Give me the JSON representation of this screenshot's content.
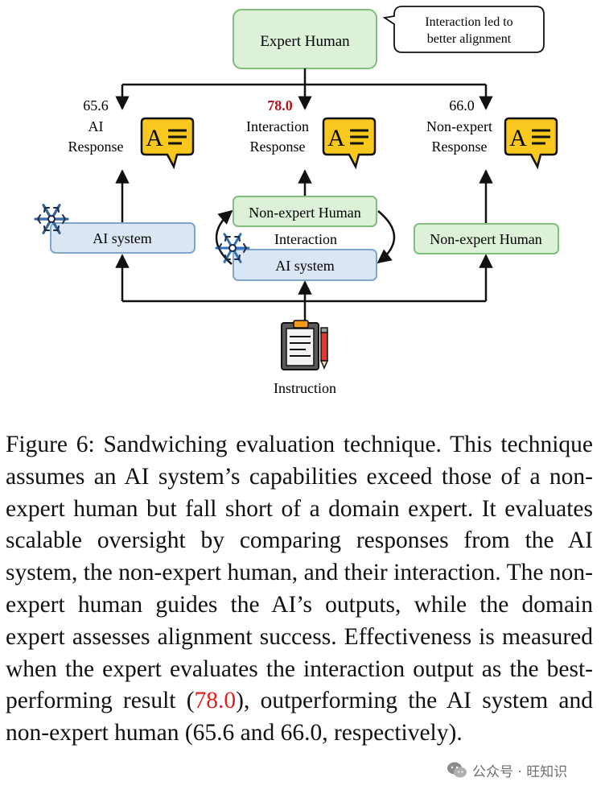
{
  "diagram": {
    "expert_human": "Expert Human",
    "speech_bubble": [
      "Interaction led to",
      "better alignment"
    ],
    "scores": {
      "ai": "65.6",
      "interaction": "78.0",
      "non_expert": "66.0"
    },
    "responses": {
      "ai": [
        "AI",
        "Response"
      ],
      "interaction": [
        "Interaction",
        "Response"
      ],
      "non_expert": [
        "Non-expert",
        "Response"
      ]
    },
    "response_icon_text": "A",
    "boxes": {
      "ai_system_left": "AI system",
      "non_expert_human_middle": "Non-expert Human",
      "interaction_label": "Interaction",
      "ai_system_middle": "AI system",
      "non_expert_human_right": "Non-expert Human"
    },
    "instruction": "Instruction"
  },
  "caption": {
    "prefix": "Figure 6: Sandwiching evaluation technique. This technique assumes an AI system’s capabilities exceed those of a non-expert human but fall short of a domain expert. It evaluates scalable oversight by comparing responses from the AI system, the non-expert human, and their interaction. The non-expert human guides the AI’s outputs, while the domain expert assesses alignment success. Effectiveness is measured when the expert evaluates the interaction output as the best-performing result (",
    "highlight": "78.0",
    "suffix": "), outperforming the AI system and non-expert human (65.6 and 66.0, respectively)."
  },
  "watermark": {
    "text": "公众号 · 旺知识",
    "icon": "wechat-icon"
  },
  "colors": {
    "green_fill": "#dcf1d8",
    "green_stroke": "#7fbf7b",
    "blue_fill": "#dbe6f4",
    "blue_stroke": "#7fa6cf",
    "icon_yellow": "#f8c81e",
    "highlight_red": "#b0171d",
    "caption_red": "#e0201c"
  }
}
